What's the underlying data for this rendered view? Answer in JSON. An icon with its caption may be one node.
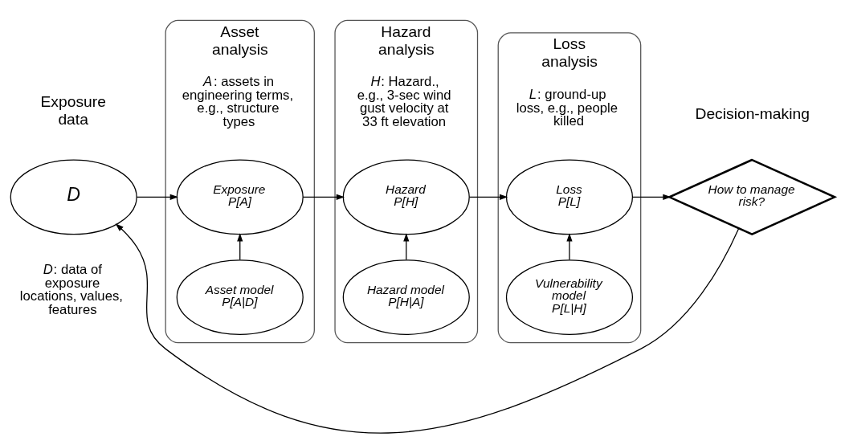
{
  "diagram": {
    "nodes": [
      {
        "text": [
          "D"
        ],
        "beside": [
          "*D*: data of exposure locations, values, features"
        ]
      },
      {
        "text": [
          "Asset analysis",
          "*A*: assets in engineering terms, e.g., structure types"
        ]
      },
      {
        "text": [
          "Asset model",
          "P[A|D]"
        ],
        "in": 1
      },
      {
        "text": [
          "Exposure",
          "P[A]"
        ],
        "in": 1
      },
      {
        "text": [
          "Hazard analysis",
          "*H*: Hazard., e.g., 3-sec wind gust velocity at 33 ft elevation"
        ]
      },
      {
        "text": [
          "Hazard model",
          "P[H|A]"
        ],
        "in": 4
      },
      {
        "text": [
          "Hazard",
          "P[H]"
        ],
        "in": 4
      },
      {
        "text": [
          "Loss analysis",
          "*L*: ground-up loss, e.g., people killed"
        ]
      },
      {
        "text": [
          "Vulnerability model",
          "P[L|H]"
        ],
        "in": 7
      },
      {
        "text": [
          "Loss",
          "P[L]"
        ],
        "in": 7
      },
      {
        "text": [
          "How to manage risk?"
        ]
      }
    ],
    "edges": [
      {
        "from": 0,
        "to": 3,
        "arrow": "to"
      },
      {
        "from": 2,
        "to": 3,
        "arrow": "to"
      },
      {
        "from": 3,
        "to": 6,
        "arrow": "to"
      },
      {
        "from": 5,
        "to": 6,
        "arrow": "to"
      },
      {
        "from": 6,
        "to": 9,
        "arrow": "to"
      },
      {
        "from": 8,
        "to": 9,
        "arrow": "to"
      },
      {
        "from": 9,
        "to": 10,
        "arrow": "to"
      },
      {
        "from": 10,
        "to": 0,
        "arrow": "to"
      }
    ],
    "labels": [
      "Exposure data",
      "Decision-making"
    ]
  }
}
